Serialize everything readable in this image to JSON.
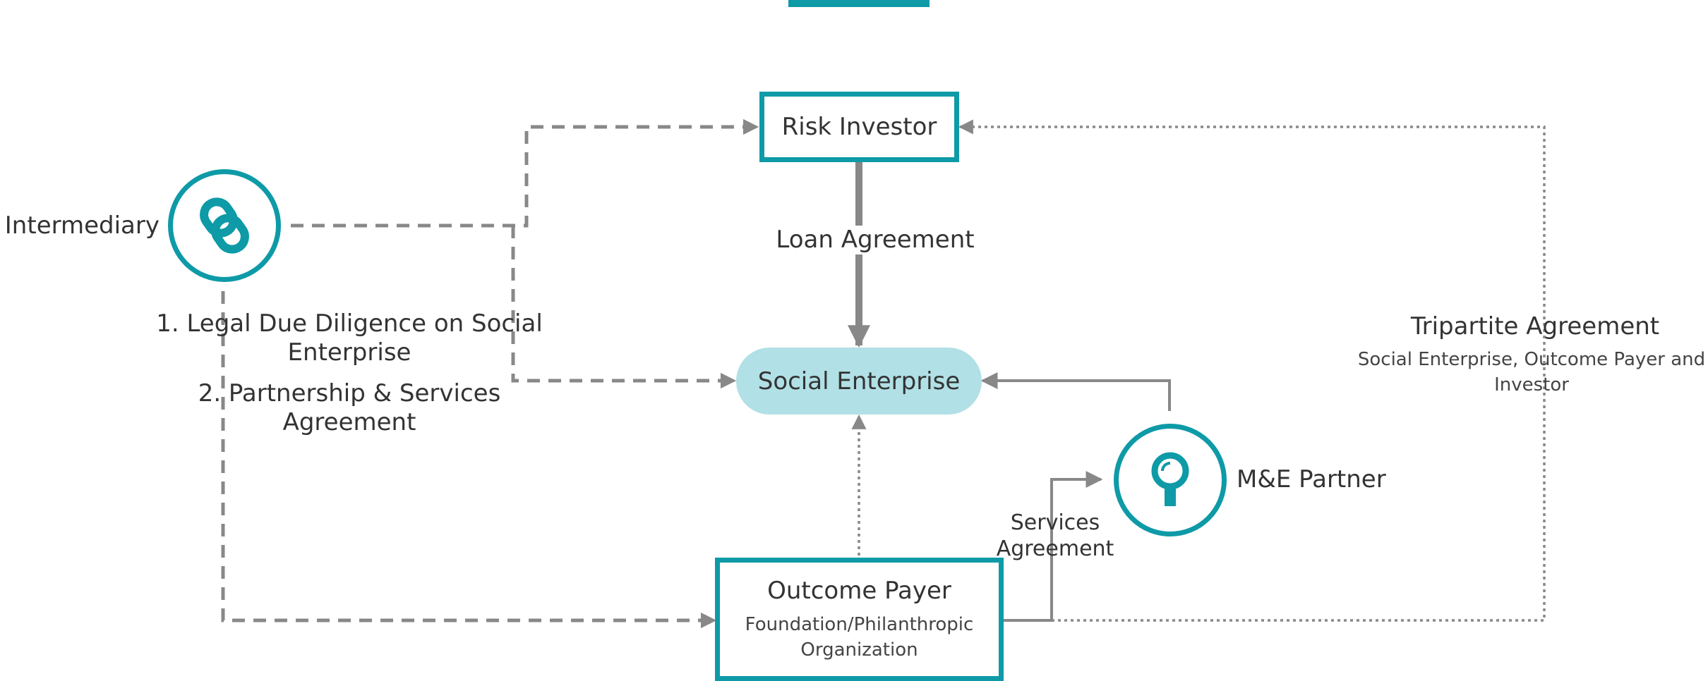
{
  "nodes": {
    "risk_investor": {
      "title": "Risk Investor"
    },
    "social_enterprise": {
      "title": "Social Enterprise"
    },
    "outcome_payer": {
      "title": "Outcome Payer",
      "subtitle_line1": "Foundation/Philanthropic",
      "subtitle_line2": "Organization"
    },
    "intermediary": {
      "label": "Intermediary",
      "icon": "chain-link-icon"
    },
    "me_partner": {
      "label": "M&E Partner",
      "icon": "magnifier-icon"
    }
  },
  "edges": {
    "loan_agreement": {
      "label": "Loan Agreement"
    },
    "services_agreement": {
      "label_line1": "Services",
      "label_line2": "Agreement"
    },
    "intermediary_agreements": {
      "item1_line1": "1. Legal Due Diligence on Social",
      "item1_line2": "Enterprise",
      "item2_line1": "2. Partnership & Services",
      "item2_line2": "Agreement"
    },
    "tripartite": {
      "title": "Tripartite Agreement",
      "desc_line1": "Social Enterprise, Outcome Payer and",
      "desc_line2": "Investor"
    }
  },
  "colors": {
    "teal": "#0e9aa7",
    "light_teal": "#b1e0e6",
    "connector_gray": "#888888",
    "text": "#333333"
  }
}
